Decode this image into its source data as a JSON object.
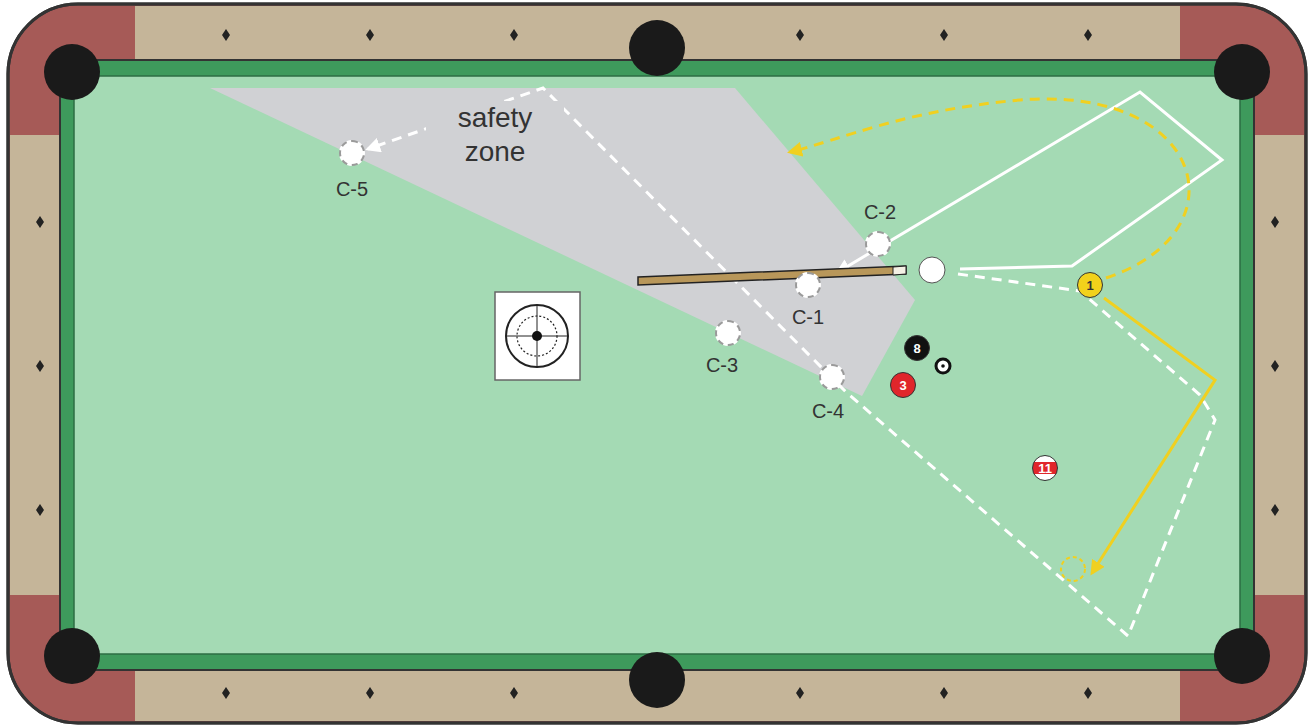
{
  "diagram": {
    "nodes": [
      {
        "text": [
          "C-5"
        ]
      },
      {
        "text": [
          "C-2"
        ]
      },
      {
        "text": [
          "C-1"
        ]
      },
      {
        "text": [
          "1"
        ]
      },
      {
        "text": [
          "C-3"
        ]
      },
      {
        "text": [
          "8"
        ]
      },
      {
        "text": [
          "C-4"
        ]
      },
      {
        "text": [
          "3"
        ]
      },
      {
        "text": [
          "11"
        ]
      }
    ],
    "labels": [
      "safety zone"
    ]
  }
}
